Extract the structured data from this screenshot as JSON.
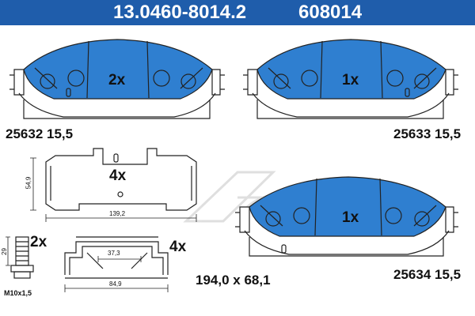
{
  "header": {
    "part_number": "13.0460-8014.2",
    "ref_number": "608014"
  },
  "pads": [
    {
      "quantity": "2x",
      "code": "25632 15,5"
    },
    {
      "quantity": "1x",
      "code": "25633 15,5"
    },
    {
      "quantity": "1x",
      "code": "25634 15,5"
    }
  ],
  "shim": {
    "quantity": "4x",
    "height": "54,9",
    "width": "139,2"
  },
  "bolt": {
    "quantity": "2x",
    "length": "29",
    "thread": "M10x1,5"
  },
  "clip": {
    "quantity": "4x",
    "inner_width": "37,3",
    "width": "84,9"
  },
  "pad_dimensions": "194,0 x 68,1",
  "colors": {
    "header": "#1f5dab",
    "pad_fill": "#2f7fd0",
    "line": "#222222"
  }
}
